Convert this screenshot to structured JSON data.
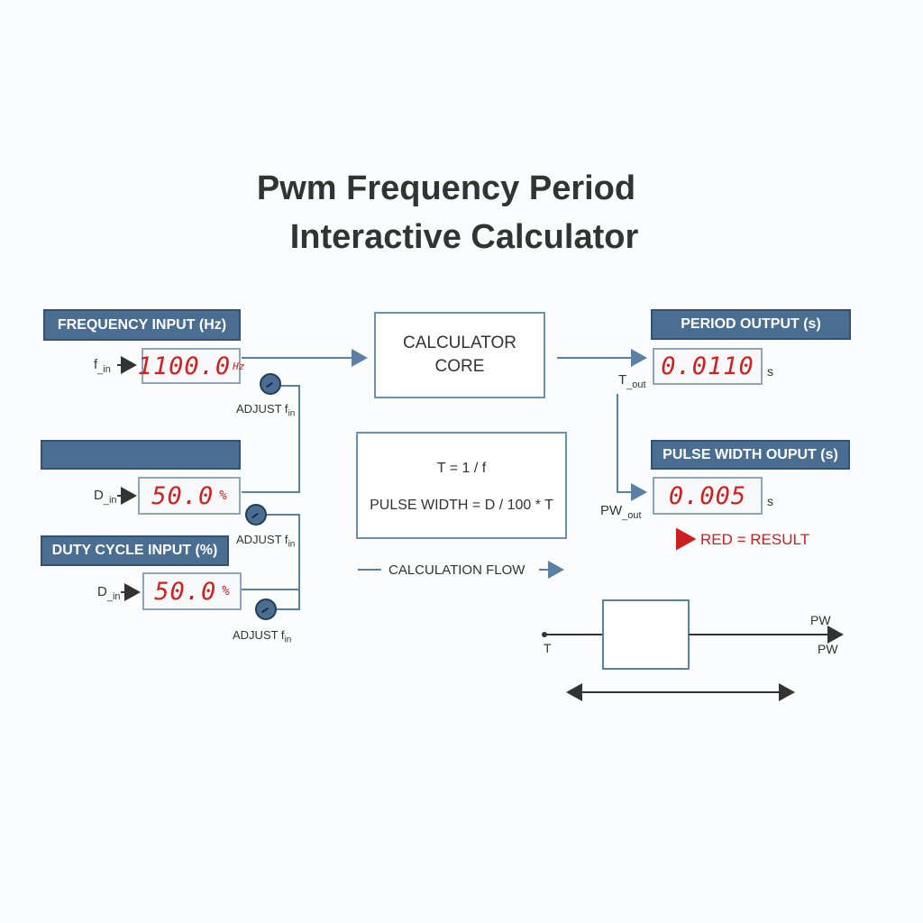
{
  "title": {
    "line1": "Pwm Frequency Period",
    "line2": "Interactive Calculator"
  },
  "inputs": {
    "frequency": {
      "header": "FREQUENCY INPUT (Hz)",
      "var": "f",
      "sub": "in",
      "value": "1100.0",
      "unit": "Hz",
      "knob_label": "ADJUST f",
      "knob_sub": "in"
    },
    "duty_blank": {
      "header": "",
      "var": "D",
      "sub": "in",
      "value": "50.0",
      "unit": "%",
      "knob_label": "ADJUST f",
      "knob_sub": "in"
    },
    "duty": {
      "header": "DUTY CYCLE INPUT (%)",
      "var": "D",
      "sub": "in",
      "value": "50.0",
      "unit": "%",
      "knob_label": "ADJUST f",
      "knob_sub": "in"
    }
  },
  "core": {
    "line1": "CALCULATOR",
    "line2": "CORE"
  },
  "formulas": {
    "period": "T = 1 / f",
    "pulse": "PULSE WIDTH = D / 100 * T"
  },
  "flow_label": "CALCULATION FLOW",
  "outputs": {
    "period": {
      "header": "PERIOD OUTPUT (s)",
      "value": "0.0110",
      "unit": "s",
      "var": "T",
      "sub": "out"
    },
    "pulse": {
      "header": "PULSE WIDTH OUPUT (s)",
      "value": "0.005",
      "unit": "s",
      "var": "PW",
      "sub": "out"
    }
  },
  "legend": "RED = RESULT",
  "waveform": {
    "left_label": "T",
    "right_top": "PW",
    "right_bottom": "PW"
  },
  "colors": {
    "header": "#4a6e92",
    "wire": "#5b80a5",
    "result": "#d21f1f"
  }
}
